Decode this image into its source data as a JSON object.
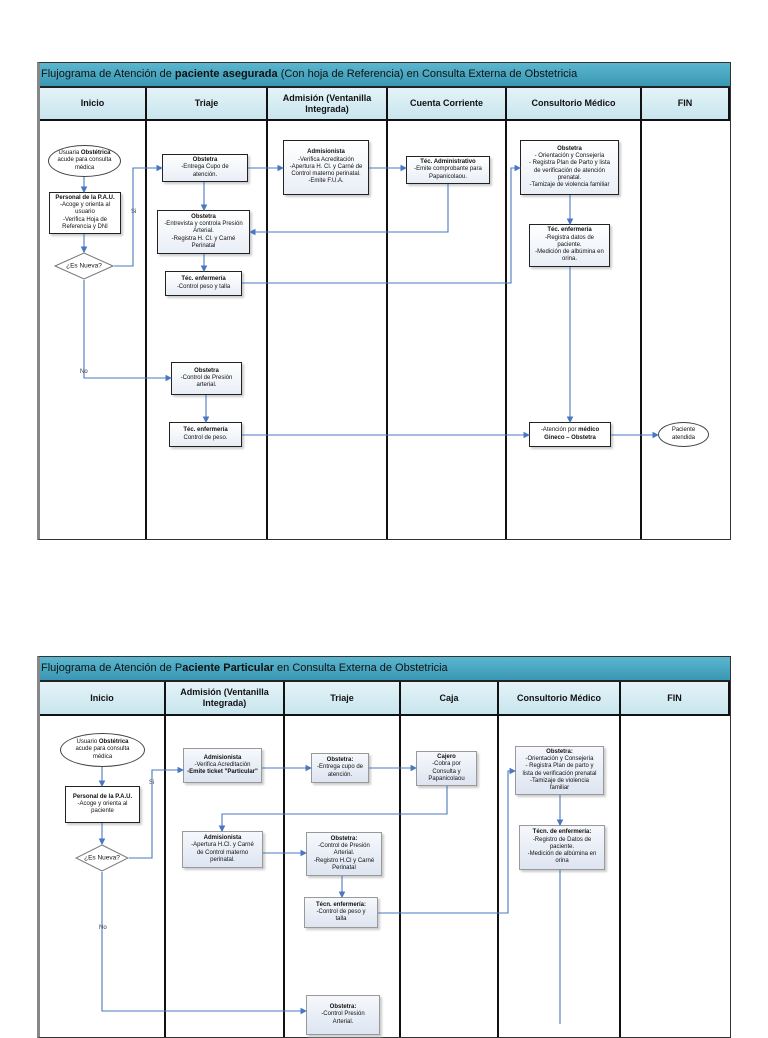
{
  "colors": {
    "title_bar": "#3a97b3",
    "lane_header": "#c9e5ee",
    "connector": "#4a78c0"
  },
  "diagrams": [
    {
      "title": [
        {
          "t": "Flujograma de Atención de "
        },
        {
          "t": "paciente asegurada",
          "b": true
        },
        {
          "t": " (Con hoja de Referencia) en Consulta Externa de Obstetricia"
        }
      ],
      "lanes": [
        "Inicio",
        "Triaje",
        "Admisión (Ventanilla Integrada)",
        "Cuenta Corriente",
        "Consultorio Médico",
        "FIN"
      ],
      "labels": {
        "si": "Si",
        "no": "No"
      },
      "nodes": {
        "start": {
          "lines": [
            [
              {
                "t": "Usuaria "
              },
              {
                "t": "Obstétrica",
                "b": true
              }
            ],
            [
              {
                "t": "acude para consulta"
              }
            ],
            [
              {
                "t": "médica"
              }
            ]
          ]
        },
        "pau": {
          "lines": [
            [
              {
                "t": "Personal de la P.A.U.",
                "b": true
              }
            ],
            [
              {
                "t": "-Acoge y orienta al"
              }
            ],
            [
              {
                "t": "usuario"
              }
            ],
            [
              {
                "t": "-Verifica Hoja de"
              }
            ],
            [
              {
                "t": "Referencia y DNI"
              }
            ]
          ]
        },
        "decision": {
          "lines": [
            [
              {
                "t": "¿Es Nueva?"
              }
            ]
          ]
        },
        "ob1": {
          "lines": [
            [
              {
                "t": "Obstetra",
                "b": true
              }
            ],
            [
              {
                "t": "-Entrega Cupo de"
              }
            ],
            [
              {
                "t": "atención."
              }
            ]
          ]
        },
        "ob2": {
          "lines": [
            [
              {
                "t": "Obstetra",
                "b": true
              }
            ],
            [
              {
                "t": "-Entrevista y controla Presión"
              }
            ],
            [
              {
                "t": "Arterial."
              }
            ],
            [
              {
                "t": "-Registra H. Cl. y Carné"
              }
            ],
            [
              {
                "t": "Perinatal"
              }
            ]
          ]
        },
        "tec1": {
          "lines": [
            [
              {
                "t": "Téc.  enfermería",
                "b": true
              }
            ],
            [
              {
                "t": "-Control peso y talla"
              }
            ]
          ]
        },
        "adm1": {
          "lines": [
            [
              {
                "t": "Admisionista",
                "b": true
              }
            ],
            [
              {
                "t": "-Verifica Acreditación"
              }
            ],
            [
              {
                "t": "-Apertura H. Cl. y Carné de"
              }
            ],
            [
              {
                "t": "Control materno perinatal."
              }
            ],
            [
              {
                "t": "-Emite F.U.A."
              }
            ]
          ]
        },
        "teca": {
          "lines": [
            [
              {
                "t": "Téc. Administrativo",
                "b": true
              }
            ],
            [
              {
                "t": "-Emite comprobante para"
              }
            ],
            [
              {
                "t": "Papanicolaou."
              }
            ]
          ]
        },
        "obcm": {
          "lines": [
            [
              {
                "t": "Obstetra",
                "b": true
              }
            ],
            [
              {
                "t": "- Orientación y Consejería"
              }
            ],
            [
              {
                "t": "- Registra Plan de Parto y  lista"
              }
            ],
            [
              {
                "t": "de verificación de atención"
              }
            ],
            [
              {
                "t": "prenatal."
              }
            ],
            [
              {
                "t": "-Tamizaje de violencia familiar"
              }
            ]
          ]
        },
        "teccm": {
          "lines": [
            [
              {
                "t": "Téc. enfermería",
                "b": true
              }
            ],
            [
              {
                "t": "-Registra datos de"
              }
            ],
            [
              {
                "t": "paciente."
              }
            ],
            [
              {
                "t": "-Medición de albúmina en"
              }
            ],
            [
              {
                "t": "orina."
              }
            ]
          ]
        },
        "ob3": {
          "lines": [
            [
              {
                "t": "Obstetra",
                "b": true
              }
            ],
            [
              {
                "t": "-Control de Presión"
              }
            ],
            [
              {
                "t": "arterial."
              }
            ]
          ]
        },
        "tec3": {
          "lines": [
            [
              {
                "t": "Téc. enfermería",
                "b": true
              }
            ],
            [
              {
                "t": "Control de  peso."
              }
            ]
          ]
        },
        "aten": {
          "lines": [
            [
              {
                "t": "-Atención por "
              },
              {
                "t": "médico",
                "b": true
              }
            ],
            [
              {
                "t": "Gineco – Obstetra",
                "b": true
              }
            ]
          ]
        },
        "end": {
          "lines": [
            [
              {
                "t": "Paciente"
              }
            ],
            [
              {
                "t": "atendida"
              }
            ]
          ]
        }
      }
    },
    {
      "title": [
        {
          "t": "Flujograma de Atención de P"
        },
        {
          "t": "aciente Particular",
          "b": true
        },
        {
          "t": " en Consulta Externa de Obstetricia"
        }
      ],
      "lanes": [
        "Inicio",
        "Admisión (Ventanilla Integrada)",
        "Triaje",
        "Caja",
        "Consultorio Médico",
        "FIN"
      ],
      "labels": {
        "si": "Si",
        "no": "No"
      },
      "nodes": {
        "start": {
          "lines": [
            [
              {
                "t": "Usuario "
              },
              {
                "t": "Obstétrica",
                "b": true
              }
            ],
            [
              {
                "t": "acude para consulta"
              }
            ],
            [
              {
                "t": "médica"
              }
            ]
          ]
        },
        "pau": {
          "lines": [
            [
              {
                "t": "Personal de la P.A.U.",
                "b": true
              }
            ],
            [
              {
                "t": "-Acoge y orienta al"
              }
            ],
            [
              {
                "t": "paciente"
              }
            ]
          ]
        },
        "decision": {
          "lines": [
            [
              {
                "t": "¿Es Nueva?"
              }
            ]
          ]
        },
        "adm1": {
          "lines": [
            [
              {
                "t": "Admisionista",
                "b": true
              }
            ],
            [
              {
                "t": "-Verifica Acreditación"
              }
            ],
            [
              {
                "t": "-Emite ticket \"Particular\"",
                "b": true
              }
            ]
          ]
        },
        "ob1": {
          "lines": [
            [
              {
                "t": "Obstetra:",
                "b": true
              }
            ],
            [
              {
                "t": "-Entrega cupo de"
              }
            ],
            [
              {
                "t": "atención."
              }
            ]
          ]
        },
        "caj": {
          "lines": [
            [
              {
                "t": "Cajero",
                "b": true
              }
            ],
            [
              {
                "t": "-Cobra por"
              }
            ],
            [
              {
                "t": "Consulta y"
              }
            ],
            [
              {
                "t": "Papanicolaou"
              }
            ]
          ]
        },
        "adm2": {
          "lines": [
            [
              {
                "t": "Admisionista",
                "b": true
              }
            ],
            [
              {
                "t": "-Apertura  H.Cl. y Carné"
              }
            ],
            [
              {
                "t": "de Control materno"
              }
            ],
            [
              {
                "t": "perinatal."
              }
            ]
          ]
        },
        "ob2": {
          "lines": [
            [
              {
                "t": "Obstetra:",
                "b": true
              }
            ],
            [
              {
                "t": "-Control de Presión"
              }
            ],
            [
              {
                "t": "Arterial."
              }
            ],
            [
              {
                "t": "-Registro H.Cl y Carné"
              }
            ],
            [
              {
                "t": "Perinatal"
              }
            ]
          ]
        },
        "tec": {
          "lines": [
            [
              {
                "t": "Técn. enfermería:",
                "b": true
              }
            ],
            [
              {
                "t": "-Control de peso y"
              }
            ],
            [
              {
                "t": "talla"
              }
            ]
          ]
        },
        "obcm": {
          "lines": [
            [
              {
                "t": "Obstetra:",
                "b": true
              }
            ],
            [
              {
                "t": "-Orientación y Consejería"
              }
            ],
            [
              {
                "t": "- Registra Plan de parto y"
              }
            ],
            [
              {
                "t": "lista de verificación prenatal"
              }
            ],
            [
              {
                "t": "-Tamizaje  de violencia"
              }
            ],
            [
              {
                "t": "familiar"
              }
            ]
          ]
        },
        "teccm": {
          "lines": [
            [
              {
                "t": "Técn. de enfermería:",
                "b": true
              }
            ],
            [
              {
                "t": "-Registro de Datos de"
              }
            ],
            [
              {
                "t": "paciente."
              }
            ],
            [
              {
                "t": "-Medición de albúmina en"
              }
            ],
            [
              {
                "t": "orina"
              }
            ]
          ]
        },
        "ob3": {
          "lines": [
            [
              {
                "t": "Obstetra:",
                "b": true
              }
            ],
            [
              {
                "t": "-Control Presión"
              }
            ],
            [
              {
                "t": "Arterial."
              }
            ]
          ]
        }
      }
    }
  ]
}
